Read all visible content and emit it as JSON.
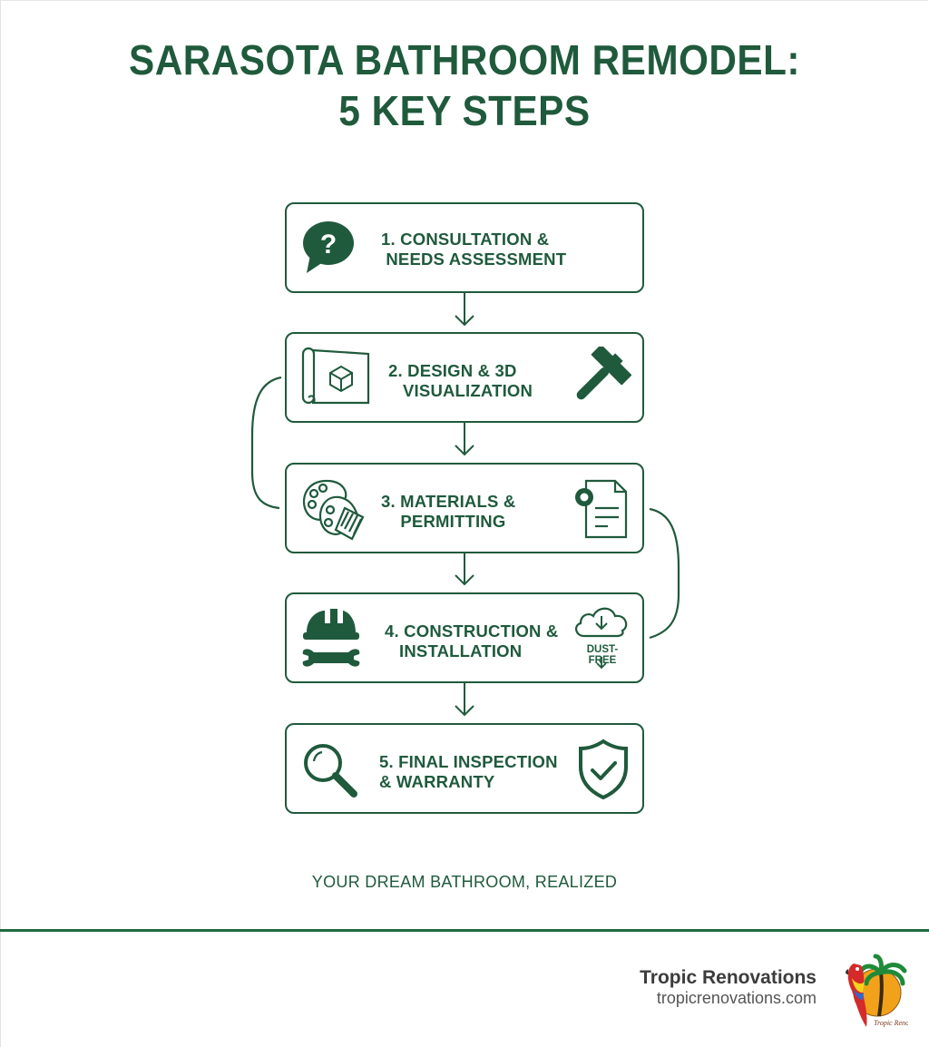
{
  "title": {
    "line1": "SARASOTA BATHROOM REMODEL:",
    "line2": "5 KEY STEPS"
  },
  "steps": [
    {
      "label": "1. CONSULTATION &\n NEEDS ASSESSMENT",
      "left_icon": "speech-bubble-question-icon",
      "right_icon": null
    },
    {
      "label": "2. DESIGN & 3D\n   VISUALIZATION",
      "left_icon": "blueprint-cube-icon",
      "right_icon": "hammer-icon"
    },
    {
      "label": "3. MATERIALS &\n    PERMITTING",
      "left_icon": "palette-icon",
      "right_icon": "permit-document-icon"
    },
    {
      "label": "4. CONSTRUCTION &\n   INSTALLATION",
      "left_icon": "hardhat-wrench-icon",
      "right_icon": "cloud-download-icon",
      "right_icon_caption": "DUST-FREE"
    },
    {
      "label": "5. FINAL INSPECTION\n& WARRANTY",
      "left_icon": "magnifier-icon",
      "right_icon": "shield-check-icon"
    }
  ],
  "tagline": "YOUR DREAM BATHROOM, REALIZED",
  "footer": {
    "brand_name": "Tropic Renovations",
    "brand_url": "tropicrenovations.com",
    "logo": "tropic-renovations-parrot-palm-logo"
  },
  "colors": {
    "primary_green": "#1f5a3c",
    "divider_green": "#1f6a3e",
    "brand_text": "#3c3c3c",
    "background": "#ffffff"
  }
}
